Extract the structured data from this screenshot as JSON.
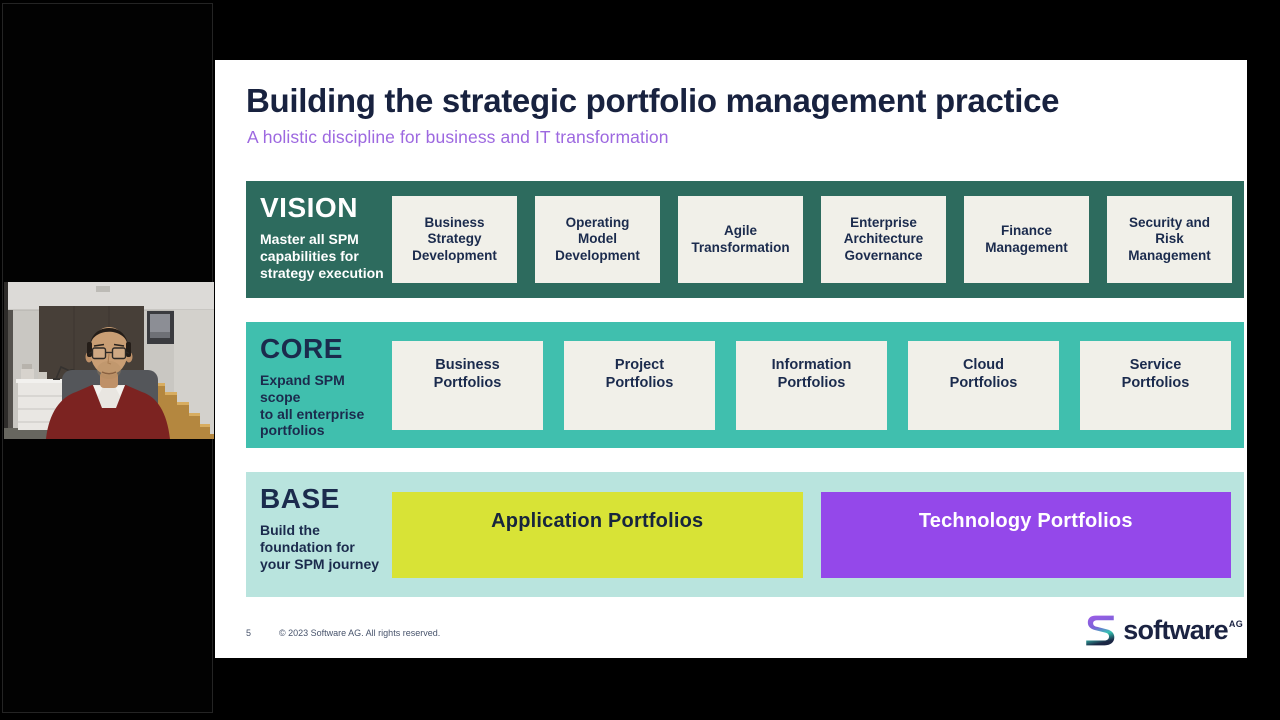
{
  "colors": {
    "page_bg": "#000000",
    "slide_bg": "#ffffff",
    "title": "#18223f",
    "subtitle": "#9d68e0",
    "footer_text": "#47536b",
    "logo_navy": "#1b2342",
    "logo_gradient": [
      "#a05ce8",
      "#7a63d8",
      "#35c3b2",
      "#1b2644"
    ],
    "box_bg": "#f1f0e9",
    "box_text": "#1b2b4d"
  },
  "slide": {
    "title": "Building the strategic portfolio management practice",
    "subtitle": "A holistic discipline for business and IT transformation",
    "rows": [
      {
        "id": "vision",
        "label": "VISION",
        "description": "Master all SPM\ncapabilities for\nstrategy execution",
        "band_color": "#2d6b5e",
        "label_color": "#ffffff",
        "items": [
          "Business\nStrategy\nDevelopment",
          "Operating\nModel\nDevelopment",
          "Agile\nTransformation",
          "Enterprise\nArchitecture\nGovernance",
          "Finance\nManagement",
          "Security and\nRisk\nManagement"
        ]
      },
      {
        "id": "core",
        "label": "CORE",
        "description": "Expand SPM scope\nto all enterprise\nportfolios",
        "band_color": "#40bfae",
        "label_color": "#1b2b4d",
        "items": [
          "Business\nPortfolios",
          "Project\nPortfolios",
          "Information\nPortfolios",
          "Cloud\nPortfolios",
          "Service\nPortfolios"
        ]
      },
      {
        "id": "base",
        "label": "BASE",
        "description": "Build the\nfoundation for\nyour SPM journey",
        "band_color": "#b9e4de",
        "label_color": "#1b2b4d",
        "items": [
          {
            "label": "Application Portfolios",
            "bg": "#d8e336",
            "color": "#17253d"
          },
          {
            "label": "Technology Portfolios",
            "bg": "#9448ea",
            "color": "#ffffff"
          }
        ]
      }
    ],
    "footer": {
      "page_number": "5",
      "copyright": "© 2023 Software AG. All rights reserved.",
      "logo_text": "software",
      "logo_suffix": "AG"
    }
  }
}
